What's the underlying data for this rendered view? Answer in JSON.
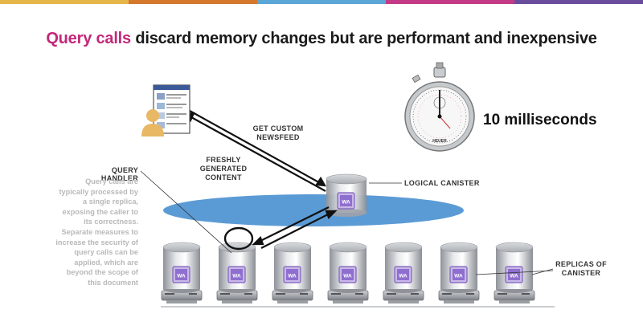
{
  "stripe_colors": [
    "#e6b54a",
    "#d4782e",
    "#5aa6d6",
    "#c33b87",
    "#6a4c9c"
  ],
  "title": {
    "accent": "Query calls",
    "rest": "discard memory changes but are performant and inexpensive"
  },
  "timing": "10 milliseconds",
  "labels": {
    "get_custom": [
      "GET CUSTOM",
      "NEWSFEED"
    ],
    "freshly": [
      "FRESHLY",
      "GENERATED",
      "CONTENT"
    ],
    "logical_canister": "LOGICAL CANISTER",
    "replicas": [
      "REPLICAS OF",
      "CANISTER"
    ],
    "query_handler": "QUERY HANDLER"
  },
  "handler_description": [
    "Query calls are",
    "typically processed by",
    "a single replica,",
    "exposing the caller to",
    "its correctness.",
    "Separate measures to",
    "increase the security of",
    "query calls can be",
    "applied, which are",
    "beyond the scope of",
    "this document"
  ],
  "canister_badge": "WA",
  "stopwatch_brand": "HEUER",
  "colors": {
    "accent": "#c2287a",
    "subnet_ellipse": "#5b9bd5",
    "user_icon": "#e8b864"
  }
}
